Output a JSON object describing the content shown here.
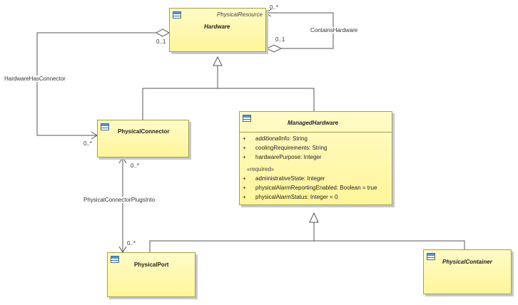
{
  "classes": {
    "hardware": {
      "stereotype": "PhysicalResource",
      "name": "Hardware"
    },
    "physical_connector": {
      "name": "PhysicalConnector"
    },
    "managed_hardware": {
      "name": "ManagedHardware",
      "attributes": [
        {
          "vis": "+",
          "text": "additionalInfo: String"
        },
        {
          "vis": "+",
          "text": "coolingRequirements: String"
        },
        {
          "vis": "+",
          "text": "hardwarePurpose: Integer"
        }
      ],
      "required_label": "«required»",
      "required_attributes": [
        {
          "vis": "+",
          "text": "administrativeState: Integer"
        },
        {
          "vis": "+",
          "text": "physicalAlarmReportingEnabled: Boolean = true"
        },
        {
          "vis": "+",
          "text": "physicalAlarmStatus: Integer = 0"
        }
      ]
    },
    "physical_port": {
      "name": "PhysicalPort"
    },
    "physical_container": {
      "name": "PhysicalContainer"
    }
  },
  "associations": {
    "hardware_has_connector": {
      "label": "HardwareHasConnector",
      "mult_hardware": "0..1",
      "mult_connector": "0..*"
    },
    "contains_hardware": {
      "label": "ContainsHardware",
      "mult_top": "0..*",
      "mult_bottom": "0..1"
    },
    "connector_plugs_into": {
      "label": "PhysicalConnectorPlugsInto",
      "mult_connector": "0..*",
      "mult_port": "0..*"
    }
  }
}
